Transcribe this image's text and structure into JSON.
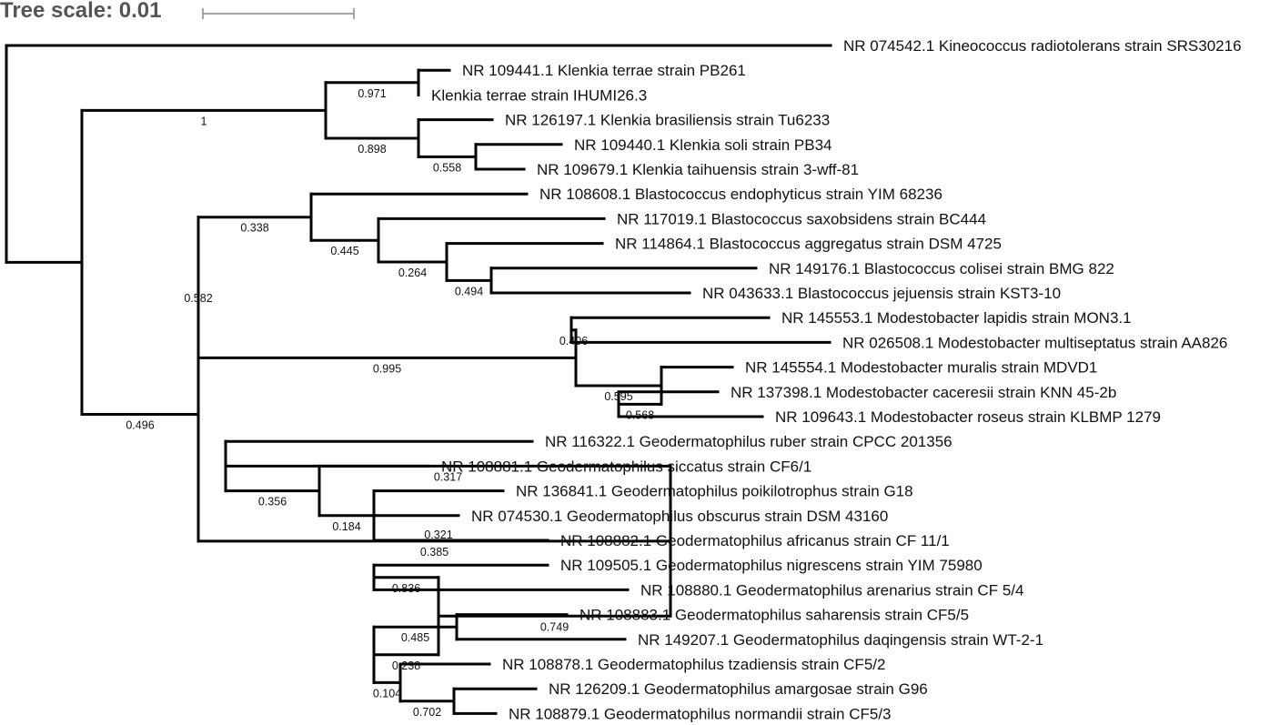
{
  "scale": {
    "label": "Tree scale: 0.01"
  },
  "colors": {
    "branch": "#000000",
    "scalebar": "#888888",
    "title": "#555555"
  },
  "tree": {
    "support": "",
    "children": [
      {
        "name": "NR 074542.1 Kineococcus radiotolerans strain SRS30216"
      },
      {
        "support": "",
        "children": [
          {
            "support": "1",
            "children": [
              {
                "support": "0.971",
                "children": [
                  {
                    "name": "NR 109441.1 Klenkia terrae strain PB261"
                  },
                  {
                    "name": "Klenkia terrae strain IHUMI26.3"
                  }
                ]
              },
              {
                "support": "0.898",
                "children": [
                  {
                    "name": "NR 126197.1 Klenkia brasiliensis strain Tu6233"
                  },
                  {
                    "support": "0.558",
                    "children": [
                      {
                        "name": "NR 109440.1 Klenkia soli strain PB34"
                      },
                      {
                        "name": "NR 109679.1 Klenkia taihuensis strain 3-wff-81"
                      }
                    ]
                  }
                ]
              }
            ]
          },
          {
            "support": "0.496",
            "children": [
              {
                "support": "0.582",
                "children": [
                  {
                    "support": "0.338",
                    "children": [
                      {
                        "name": "NR 108608.1 Blastococcus endophyticus strain YIM 68236"
                      },
                      {
                        "support": "0.445",
                        "children": [
                          {
                            "name": "NR 117019.1 Blastococcus saxobsidens strain BC444"
                          },
                          {
                            "support": "0.264",
                            "children": [
                              {
                                "name": "NR 114864.1 Blastococcus aggregatus strain DSM 4725"
                              },
                              {
                                "support": "0.494",
                                "children": [
                                  {
                                    "name": "NR 149176.1 Blastococcus colisei strain BMG 822"
                                  },
                                  {
                                    "name": "NR 043633.1 Blastococcus jejuensis strain KST3-10"
                                  }
                                ]
                              }
                            ]
                          }
                        ]
                      }
                    ]
                  },
                  {
                    "support": "0.995",
                    "children": [
                      {
                        "support": "0.406",
                        "children": [
                          {
                            "name": "NR 145553.1 Modestobacter lapidis strain MON3.1"
                          },
                          {
                            "name": "NR 026508.1 Modestobacter multiseptatus strain AA826"
                          }
                        ]
                      },
                      {
                        "support": "0.595",
                        "children": [
                          {
                            "name": "NR 145554.1 Modestobacter muralis strain MDVD1"
                          },
                          {
                            "support": "0.568",
                            "children": [
                              {
                                "name": "NR 137398.1 Modestobacter caceresii strain KNN 45-2b"
                              },
                              {
                                "name": "NR 109643.1 Modestobacter roseus strain KLBMP 1279"
                              }
                            ]
                          }
                        ]
                      }
                    ]
                  }
                ]
              },
              {
                "support": "0.385",
                "children": [
                  {
                    "support": "0.317",
                    "children": [
                      {
                        "name": "NR 116322.1 Geodermatophilus ruber strain CPCC 201356"
                      },
                      {
                        "support": "0.356",
                        "children": [
                          {
                            "name": "NR 108881.1 Geodermatophilus siccatus strain CF6/1"
                          },
                          {
                            "support": "0.184",
                            "children": [
                              {
                                "name": "NR 136841.1 Geodermatophilus poikilotrophus strain G18"
                              },
                              {
                                "name": "NR 074530.1 Geodermatophilus obscurus strain DSM 43160"
                              },
                              {
                                "name": "NR 108882.1 Geodermatophilus africanus strain CF 11/1"
                              }
                            ]
                          }
                        ]
                      }
                    ]
                  },
                  {
                    "support": "0.749",
                    "children": [
                      {
                        "support": "0.836",
                        "children": [
                          {
                            "name": "NR 109505.1 Geodermatophilus nigrescens strain YIM 75980"
                          },
                          {
                            "name": "NR 108880.1 Geodermatophilus arenarius strain CF 5/4"
                          }
                        ]
                      },
                      {
                        "support": "0.238",
                        "children": [
                          {
                            "support": "0.485",
                            "children": [
                              {
                                "name": "NR 108883.1 Geodermatophilus saharensis strain CF5/5"
                              },
                              {
                                "name": "NR 149207.1 Geodermatophilus daqingensis strain WT-2-1"
                              }
                            ]
                          },
                          {
                            "support": "0.104",
                            "children": [
                              {
                                "name": "NR 108878.1 Geodermatophilus tzadiensis strain CF5/2"
                              },
                              {
                                "support": "0.702",
                                "children": [
                                  {
                                    "name": "NR 126209.1 Geodermatophilus amargosae strain G96"
                                  },
                                  {
                                    "name": "NR 108879.1 Geodermatophilus normandii strain CF5/3"
                                  }
                                ]
                              }
                            ]
                          }
                        ]
                      }
                    ]
                  }
                ]
              }
            ]
          }
        ]
      }
    ]
  },
  "extra_support_labels": [
    {
      "for": "0.184-subclade",
      "text": "0.321"
    }
  ]
}
